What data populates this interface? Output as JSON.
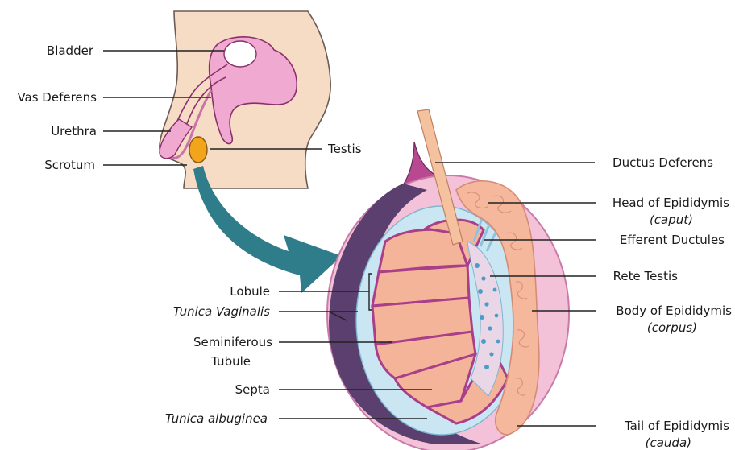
{
  "labels": {
    "bladder": "Bladder",
    "vas_deferens": "Vas Deferens",
    "urethra": "Urethra",
    "scrotum": "Scrotum",
    "testis": "Testis",
    "ductus_deferens": "Ductus Deferens",
    "head_epididymis": "Head of Epididymis",
    "head_epididymis_latin": "(caput)",
    "efferent_ductules": "Efferent Ductules",
    "rete_testis": "Rete Testis",
    "body_epididymis": "Body of Epididymis",
    "body_epididymis_latin": "(corpus)",
    "tail_epididymis": "Tail of Epididymis",
    "tail_epididymis_latin": "(cauda)",
    "lobule": "Lobule",
    "tunica_vaginalis": "Tunica Vaginalis",
    "seminiferous_line1": "Seminiferous",
    "seminiferous_line2": "Tubule",
    "septa": "Septa",
    "tunica_albuginea": "Tunica albuginea"
  },
  "colors": {
    "skin": "#f6dcc4",
    "organ_pink": "#f0a9d0",
    "organ_outline": "#8a2f6b",
    "testis_orange": "#f2a51a",
    "arrow_teal": "#2f7d8a",
    "tubule_tan": "#f4b49a",
    "septa_purple": "#a93f8a",
    "tunica_dark": "#5b3f6e",
    "tunica_light": "#c9e6f2",
    "rete_blue": "#4a9cc9",
    "epididymis": "#f5b89c"
  }
}
